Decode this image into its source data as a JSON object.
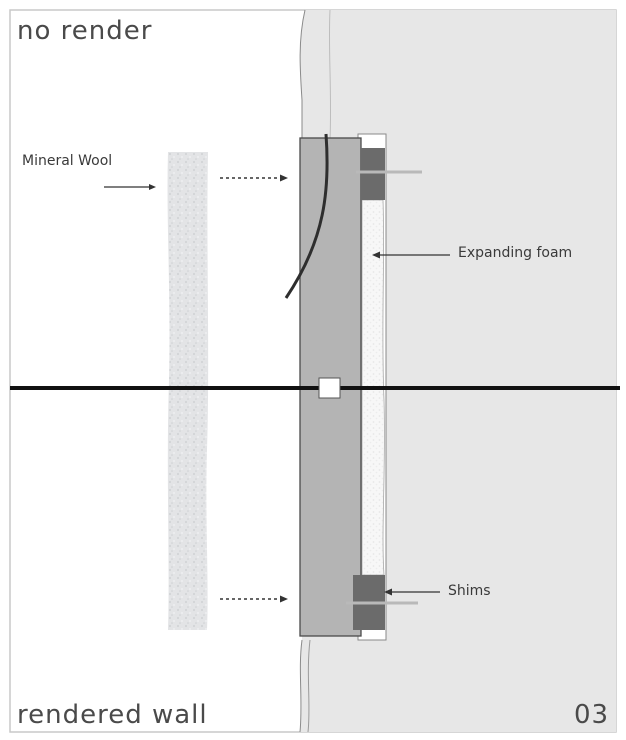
{
  "labels": {
    "top_left": "no render",
    "bottom_left": "rendered wall",
    "bottom_right": "03",
    "mineral_wool": "Mineral Wool",
    "expanding_foam": "Expanding foam",
    "shims": "Shims"
  },
  "colors": {
    "wall": "#e7e7e7",
    "frame": "#b4b4b4",
    "foam": "#f6f6f6",
    "mineral_wool": "#e4e5e7",
    "shim": "#6b6b6b",
    "line": "#111111"
  }
}
